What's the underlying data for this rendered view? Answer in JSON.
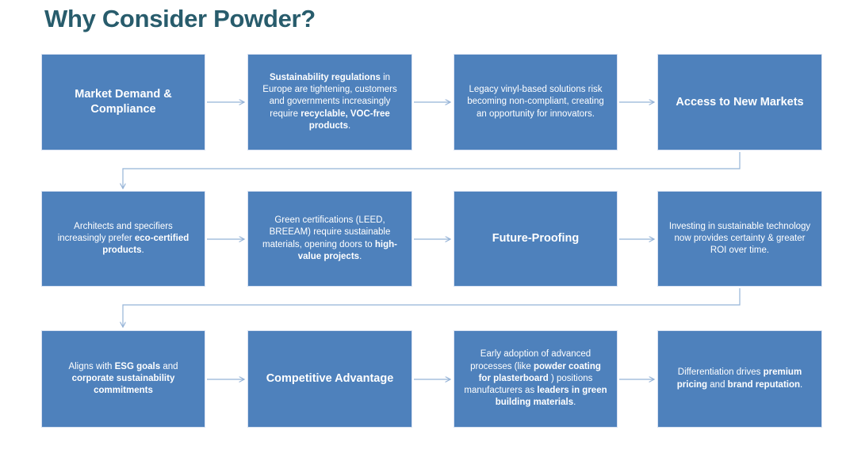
{
  "title": "Why Consider Powder?",
  "colors": {
    "title": "#285C6C",
    "box-fill": "#4E81BC",
    "box-border": "#D9E2F2",
    "box-text": "#FFFFFF",
    "arrow": "#95B3D7",
    "background": "#FFFFFF"
  },
  "rows": [
    {
      "boxes": [
        {
          "name": "market-demand-compliance",
          "kind": "header",
          "segments": [
            {
              "text": "Market Demand & Compliance",
              "bold": true
            }
          ]
        },
        {
          "name": "sustainability-regulations",
          "kind": "body",
          "segments": [
            {
              "text": "Sustainability regulations",
              "bold": true
            },
            {
              "text": " in Europe are tightening, customers and governments increasingly require ",
              "bold": false
            },
            {
              "text": "recyclable, VOC-free products",
              "bold": true
            },
            {
              "text": ".",
              "bold": false
            }
          ]
        },
        {
          "name": "legacy-vinyl-risk",
          "kind": "body",
          "segments": [
            {
              "text": "Legacy vinyl-based solutions risk becoming non-compliant, creating an opportunity for innovators.",
              "bold": false
            }
          ]
        },
        {
          "name": "access-new-markets",
          "kind": "header",
          "segments": [
            {
              "text": "Access to New Markets",
              "bold": true
            }
          ]
        }
      ]
    },
    {
      "boxes": [
        {
          "name": "architects-specifiers",
          "kind": "body",
          "segments": [
            {
              "text": "Architects and specifiers increasingly prefer ",
              "bold": false
            },
            {
              "text": "eco-certified products",
              "bold": true
            },
            {
              "text": ".",
              "bold": false
            }
          ]
        },
        {
          "name": "green-certifications",
          "kind": "body",
          "segments": [
            {
              "text": "Green certifications (LEED, BREEAM) require sustainable materials, opening doors to ",
              "bold": false
            },
            {
              "text": "high-value projects",
              "bold": true
            },
            {
              "text": ".",
              "bold": false
            }
          ]
        },
        {
          "name": "future-proofing",
          "kind": "header",
          "segments": [
            {
              "text": "Future-Proofing",
              "bold": true
            }
          ]
        },
        {
          "name": "investing-sustainable-roi",
          "kind": "body",
          "segments": [
            {
              "text": "Investing  in sustainable technology now provides certainty & greater ROI over time.",
              "bold": false
            }
          ]
        }
      ]
    },
    {
      "boxes": [
        {
          "name": "esg-alignment",
          "kind": "body",
          "segments": [
            {
              "text": "Aligns with ",
              "bold": false
            },
            {
              "text": "ESG goals",
              "bold": true
            },
            {
              "text": " and ",
              "bold": false
            },
            {
              "text": "corporate sustainability commitments",
              "bold": true
            }
          ]
        },
        {
          "name": "competitive-advantage",
          "kind": "header",
          "segments": [
            {
              "text": "Competitive Advantage",
              "bold": true
            }
          ]
        },
        {
          "name": "early-adoption",
          "kind": "body",
          "segments": [
            {
              "text": "Early adoption of advanced processes (like ",
              "bold": false
            },
            {
              "text": "powder coating for plasterboard",
              "bold": true
            },
            {
              "text": " ) positions manufacturers as ",
              "bold": false
            },
            {
              "text": "leaders in green building materials",
              "bold": true
            },
            {
              "text": ".",
              "bold": false
            }
          ]
        },
        {
          "name": "differentiation",
          "kind": "body",
          "segments": [
            {
              "text": "Differentiation drives ",
              "bold": false
            },
            {
              "text": "premium pricing",
              "bold": true
            },
            {
              "text": " and ",
              "bold": false
            },
            {
              "text": "brand reputation",
              "bold": true
            },
            {
              "text": ".",
              "bold": false
            }
          ]
        }
      ]
    }
  ]
}
